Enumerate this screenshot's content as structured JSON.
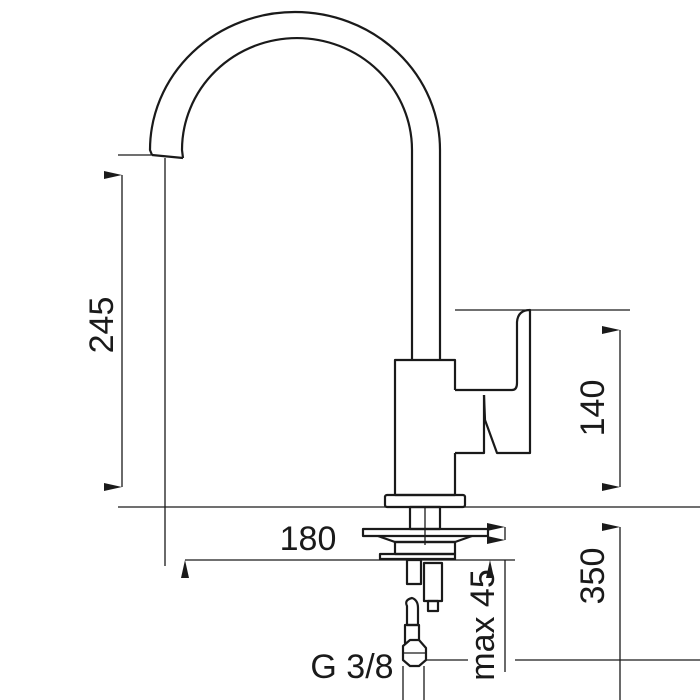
{
  "title": "Kitchen faucet dimension drawing",
  "dimensions": {
    "spout_height": "245",
    "handle_height": "140",
    "spout_reach": "180",
    "hose_length": "350",
    "max_thickness": "max 45",
    "connection": "G 3/8"
  }
}
